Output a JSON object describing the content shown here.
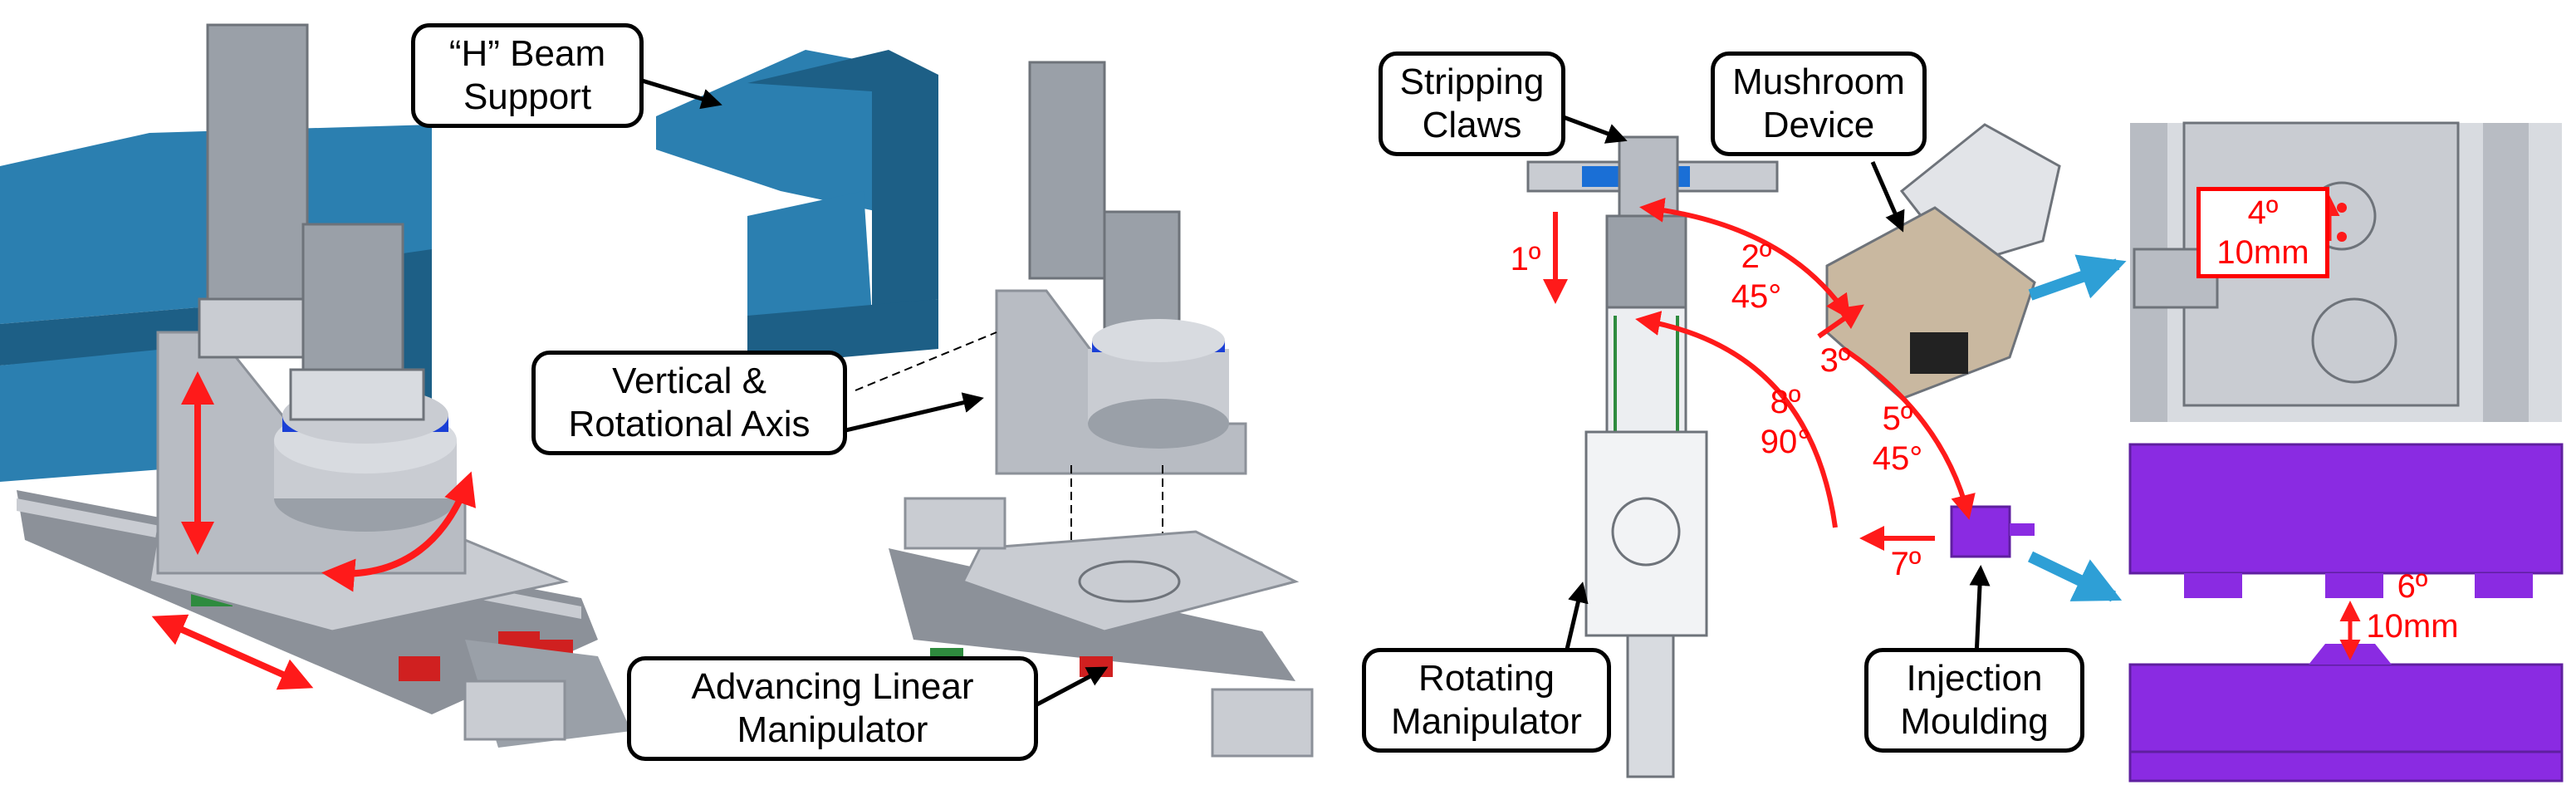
{
  "colors": {
    "beam": "#2b7fb0",
    "beam_dark": "#1d5f86",
    "metal": "#c9ccd2",
    "metal_dark": "#8c9199",
    "motor": "#9aa0a8",
    "blue_ring": "#1a3fd6",
    "rail_green": "#2e8b3e",
    "rail_red": "#d02020",
    "mould": "#8a2be2",
    "mould_dark": "#5f1fa0",
    "arrow_red": "#ff1a1a",
    "arrow_blue": "#2e9fd6"
  },
  "labels": {
    "h_beam": [
      "“H” Beam",
      "Support"
    ],
    "vertical_axis": [
      "Vertical &",
      "Rotational Axis"
    ],
    "advancing": [
      "Advancing Linear",
      "Manipulator"
    ],
    "stripping": [
      "Stripping",
      "Claws"
    ],
    "mushroom": [
      "Mushroom",
      "Device"
    ],
    "rotating": [
      "Rotating",
      "Manipulator"
    ],
    "injection": [
      "Injection",
      "Moulding"
    ]
  },
  "steps": {
    "s1": [
      "1º"
    ],
    "s2": [
      "2º",
      "45°"
    ],
    "s3": [
      "3º"
    ],
    "s4": [
      "4º",
      "10mm"
    ],
    "s5": [
      "5º",
      "45°"
    ],
    "s6": [
      "6º",
      "10mm"
    ],
    "s7": [
      "7º"
    ],
    "s8": [
      "8º",
      "90°"
    ]
  }
}
